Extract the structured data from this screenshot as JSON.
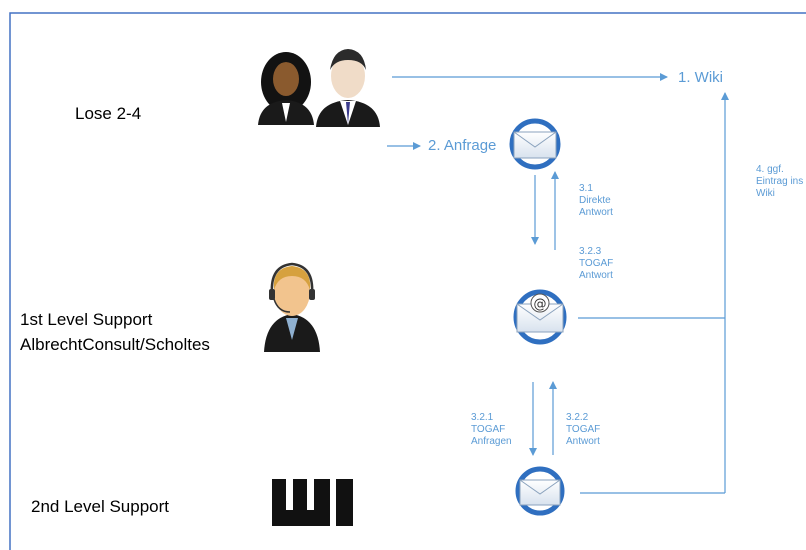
{
  "roles": {
    "lose": "Lose 2-4",
    "first_level_line1": "1st Level Support",
    "first_level_line2": "AlbrechtConsult/Scholtes",
    "second_level": "2nd Level Support"
  },
  "steps": {
    "wiki": "1. Wiki",
    "anfrage": "2. Anfrage",
    "direkte_1": "3.1",
    "direkte_2": "Direkte",
    "direkte_3": "Antwort",
    "togaf_a_1": "3.2.3",
    "togaf_a_2": "TOGAF",
    "togaf_a_3": "Antwort",
    "togaf_req_1": "3.2.1",
    "togaf_req_2": "TOGAF",
    "togaf_req_3": "Anfragen",
    "togaf_b_1": "3.2.2",
    "togaf_b_2": "TOGAF",
    "togaf_b_3": "Antwort",
    "wiki_entry_1": "4. ggf.",
    "wiki_entry_2": "Eintrag ins",
    "wiki_entry_3": "Wiki"
  },
  "logo_text": "WI",
  "colors": {
    "arrow": "#5b9bd5",
    "frame": "#4472c4",
    "mail_blue": "#2f6fc0"
  }
}
